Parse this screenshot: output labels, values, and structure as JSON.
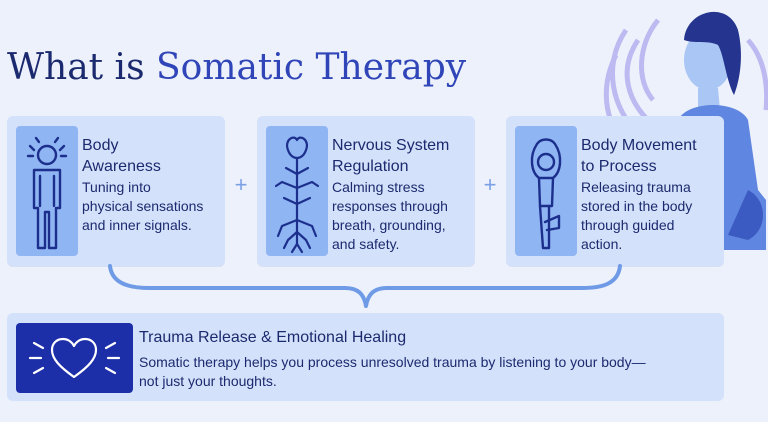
{
  "title": {
    "prefix": "What is ",
    "accent": "Somatic Therapy"
  },
  "cards": [
    {
      "heading_line1": "Body",
      "heading_line2": "Awareness",
      "desc_lines": [
        "Tuning into",
        "physical sensations",
        "and inner signals."
      ],
      "icon": "person-icon"
    },
    {
      "heading_line1": "Nervous System",
      "heading_line2": "Regulation",
      "desc_lines": [
        "Calming stress",
        "responses through",
        "breath, grounding,",
        "and safety."
      ],
      "icon": "nervous-system-icon"
    },
    {
      "heading_line1": "Body Movement",
      "heading_line2": "to Process",
      "desc_lines": [
        "Releasing trauma",
        "stored in the body",
        "through guided",
        "action."
      ],
      "icon": "yoga-pose-icon"
    }
  ],
  "connector_symbol": "+",
  "banner": {
    "heading": "Trauma Release & Emotional Healing",
    "desc_line1": "Somatic therapy helps you process unresolved trauma by listening to your body—",
    "desc_line2": "not just your thoughts.",
    "icon": "heart-icon"
  },
  "colors": {
    "background": "#edf1fb",
    "title_dark": "#1b2a6e",
    "title_accent": "#2f45b8",
    "card": "#d4e1fb",
    "icon_box": "#8fb5f3",
    "icon_stroke": "#1c2f8c",
    "heart_box": "#1c2fa8",
    "connector": "#6f9be6"
  }
}
